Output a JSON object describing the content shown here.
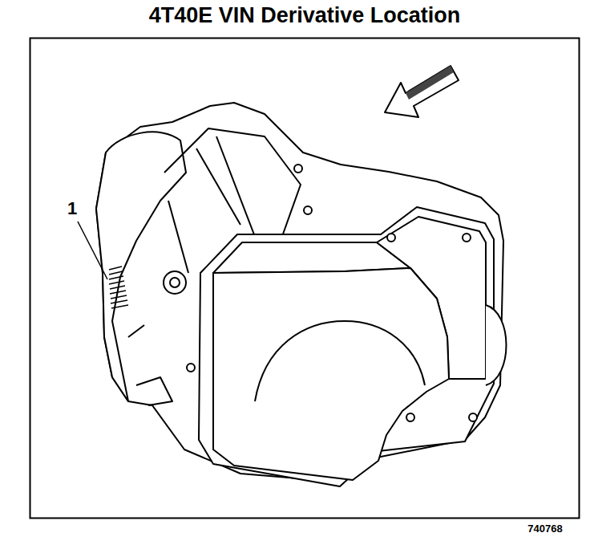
{
  "diagram": {
    "title": "4T40E VIN Derivative Location",
    "labels": [
      "1",
      "740768"
    ]
  }
}
